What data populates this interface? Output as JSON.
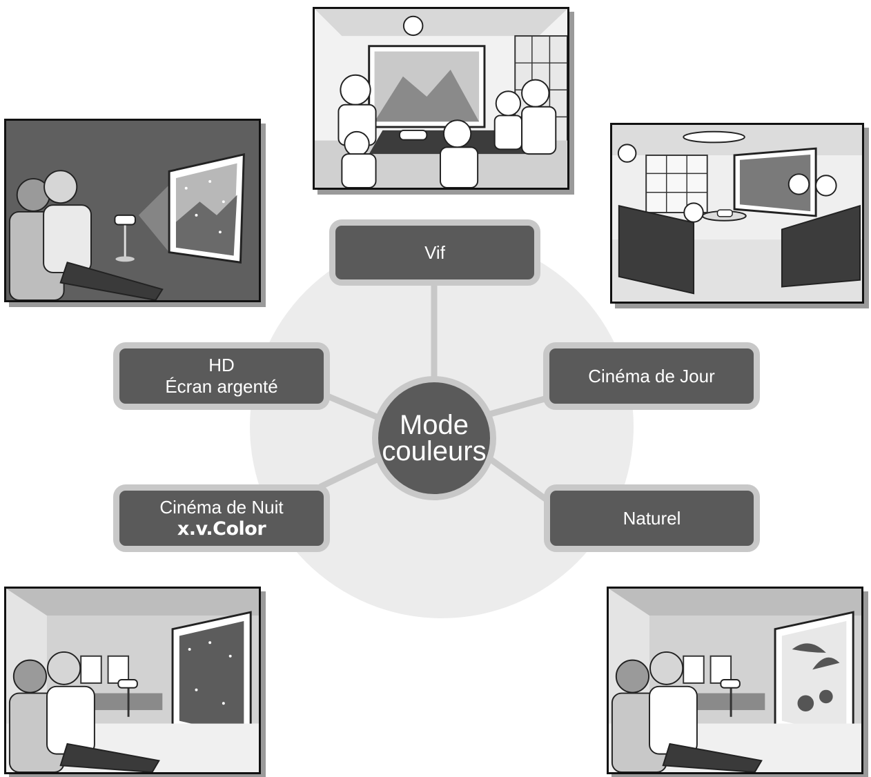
{
  "diagram": {
    "center": {
      "line1": "Mode",
      "line2": "couleurs"
    },
    "nodes": {
      "vif": "Vif",
      "cinema_jour": "Cinéma de Jour",
      "naturel": "Naturel",
      "hd_line1": "HD",
      "hd_line2": "Écran argenté",
      "cinema_nuit": "Cinéma de Nuit",
      "xvcolor": "x.v.Color"
    },
    "colors": {
      "node_fill": "#5a5a5a",
      "node_border": "#c8c8c8",
      "background_circle": "#ececec"
    }
  }
}
